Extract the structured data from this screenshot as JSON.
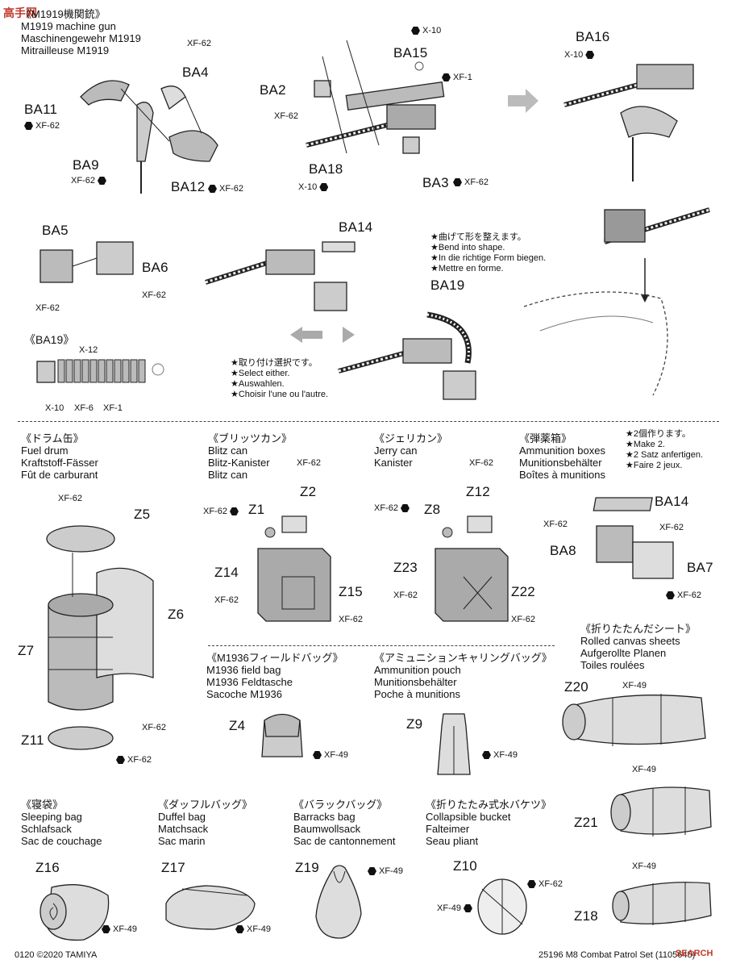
{
  "watermark_top": "高手网",
  "watermark_bottom": "SEARCH",
  "m1919": {
    "title_jp": "《M1919機関銃》",
    "title_en": "M1919 machine gun",
    "title_de": "Maschinengewehr M1919",
    "title_fr": "Mitrailleuse M1919",
    "parts": [
      "BA4",
      "BA11",
      "BA9",
      "BA12",
      "BA2",
      "BA15",
      "BA18",
      "BA3",
      "BA16"
    ],
    "paints": [
      "XF-62",
      "XF-62",
      "XF-62",
      "XF-62",
      "XF-62",
      "X-10",
      "XF-1",
      "X-10",
      "XF-62",
      "X-10"
    ]
  },
  "mount": {
    "parts": [
      "BA5",
      "BA6",
      "BA14",
      "BA19"
    ],
    "paints": [
      "XF-62",
      "XF-62"
    ],
    "bend_jp": "★曲げて形を整えます。",
    "bend_en": "★Bend into shape.",
    "bend_de": "★In die richtige Form biegen.",
    "bend_fr": "★Mettre en forme.",
    "select_jp": "★取り付け選択です。",
    "select_en": "★Select either.",
    "select_de": "★Auswahlen.",
    "select_fr": "★Choisir l'une ou l'autre."
  },
  "ba19_detail": {
    "title": "《BA19》",
    "paints": [
      "X-12",
      "X-10",
      "XF-6",
      "XF-1"
    ]
  },
  "fuel_drum": {
    "title_jp": "《ドラム缶》",
    "title_en": "Fuel drum",
    "title_de": "Kraftstoff-Fässer",
    "title_fr": "Fût de carburant",
    "parts": [
      "Z5",
      "Z6",
      "Z7",
      "Z11"
    ],
    "paints": [
      "XF-62",
      "XF-62",
      "XF-62"
    ]
  },
  "blitz": {
    "title_jp": "《ブリッツカン》",
    "title_en": "Blitz can",
    "title_de": "Blitz-Kanister",
    "title_fr": "Blitz can",
    "parts": [
      "Z1",
      "Z2",
      "Z14",
      "Z15"
    ],
    "paints": [
      "XF-62",
      "XF-62",
      "XF-62",
      "XF-62"
    ]
  },
  "jerry": {
    "title_jp": "《ジェリカン》",
    "title_en": "Jerry can",
    "title_de": "Kanister",
    "parts": [
      "Z8",
      "Z12",
      "Z23",
      "Z22"
    ],
    "paints": [
      "XF-62",
      "XF-62",
      "XF-62",
      "XF-62"
    ]
  },
  "ammo_boxes": {
    "title_jp": "《弾薬箱》",
    "title_en": "Ammunition boxes",
    "title_de": "Munitionsbehälter",
    "title_fr": "Boîtes à munitions",
    "make_jp": "★2個作ります。",
    "make_en": "★Make 2.",
    "make_de": "★2 Satz anfertigen.",
    "make_fr": "★Faire 2 jeux.",
    "parts": [
      "BA14",
      "BA8",
      "BA7"
    ],
    "paints": [
      "XF-62",
      "XF-62",
      "XF-62"
    ]
  },
  "canvas": {
    "title_jp": "《折りたたんだシート》",
    "title_en": "Rolled canvas sheets",
    "title_de": "Aufgerollte Planen",
    "title_fr": "Toiles roulées",
    "parts": [
      "Z20",
      "Z21",
      "Z18"
    ],
    "paints": [
      "XF-49",
      "XF-49",
      "XF-49"
    ]
  },
  "field_bag": {
    "title_jp": "《M1936フィールドバッグ》",
    "title_en": "M1936 field bag",
    "title_de": "M1936 Feldtasche",
    "title_fr": "Sacoche M1936",
    "part": "Z4",
    "paint": "XF-49"
  },
  "ammo_pouch": {
    "title_jp": "《アミュニションキャリングバッグ》",
    "title_en": "Ammunition pouch",
    "title_de": "Munitionsbehälter",
    "title_fr": "Poche à munitions",
    "part": "Z9",
    "paint": "XF-49"
  },
  "sleeping": {
    "title_jp": "《寝袋》",
    "title_en": "Sleeping bag",
    "title_de": "Schlafsack",
    "title_fr": "Sac de couchage",
    "part": "Z16",
    "paint": "XF-49"
  },
  "duffel": {
    "title_jp": "《ダッフルバッグ》",
    "title_en": "Duffel bag",
    "title_de": "Matchsack",
    "title_fr": "Sac marin",
    "part": "Z17",
    "paint": "XF-49"
  },
  "barracks": {
    "title_jp": "《バラックバッグ》",
    "title_en": "Barracks bag",
    "title_de": "Baumwollsack",
    "title_fr": "Sac de cantonnement",
    "part": "Z19",
    "paint": "XF-49"
  },
  "bucket": {
    "title_jp": "《折りたたみ式水バケツ》",
    "title_en": "Collapsible bucket",
    "title_de": "Falteimer",
    "title_fr": "Seau pliant",
    "part": "Z10",
    "paints": [
      "XF-62",
      "XF-49"
    ]
  },
  "footer": {
    "page": "0120",
    "copyright": "©2020 TAMIYA",
    "product": "25196  M8 Combat Patrol Set (1105645)"
  }
}
